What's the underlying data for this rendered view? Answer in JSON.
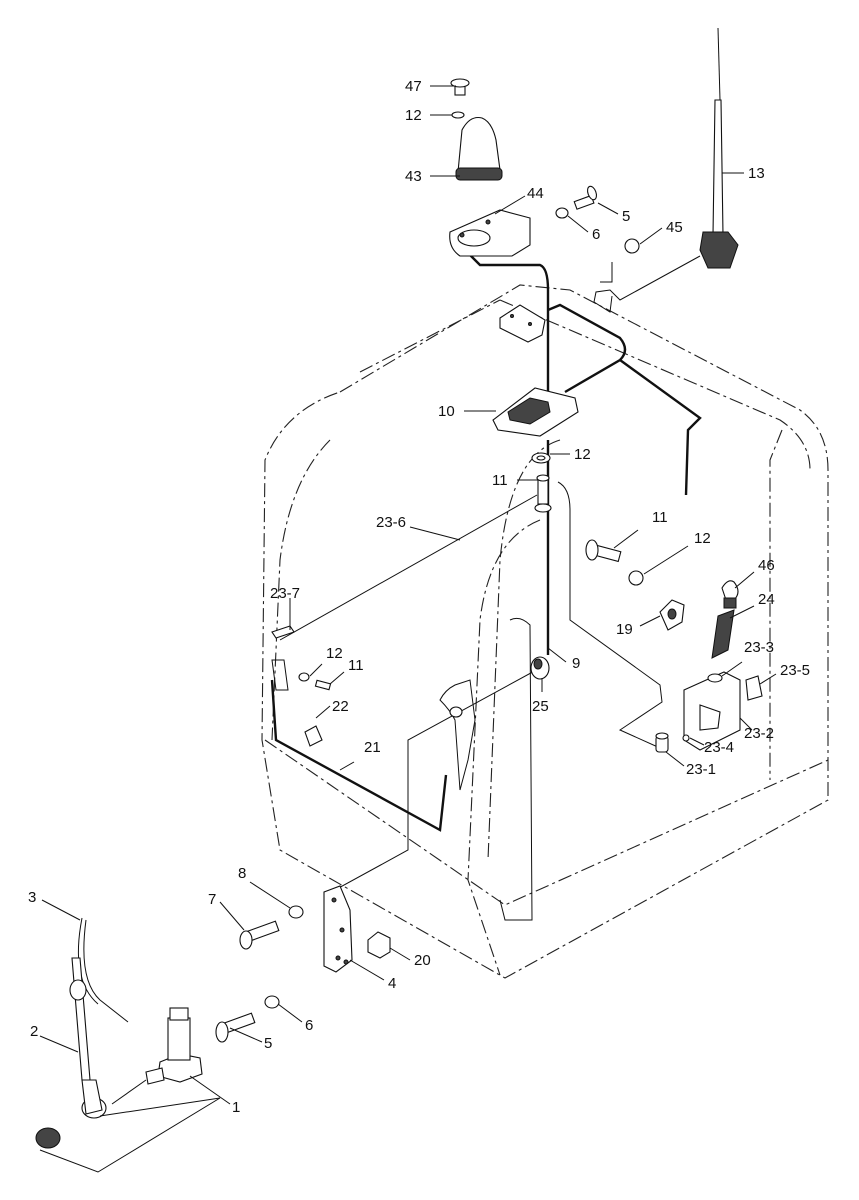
{
  "callouts": {
    "c47": "47",
    "c12a": "12",
    "c43": "43",
    "c44": "44",
    "c5a": "5",
    "c6a": "6",
    "c45": "45",
    "c13": "13",
    "c10": "10",
    "c12b": "12",
    "c11a": "11",
    "c23_6": "23-6",
    "c11b": "11",
    "c12c": "12",
    "c46": "46",
    "c24": "24",
    "c19": "19",
    "c23_7": "23-7",
    "c12d": "12",
    "c11c": "11",
    "c9": "9",
    "c23_3": "23-3",
    "c23_5": "23-5",
    "c22": "22",
    "c25": "25",
    "c23_2": "23-2",
    "c23_4": "23-4",
    "c21": "21",
    "c23_1": "23-1",
    "c8": "8",
    "c7": "7",
    "c20": "20",
    "c3": "3",
    "c4": "4",
    "c6b": "6",
    "c5b": "5",
    "c2": "2",
    "c1": "1"
  }
}
